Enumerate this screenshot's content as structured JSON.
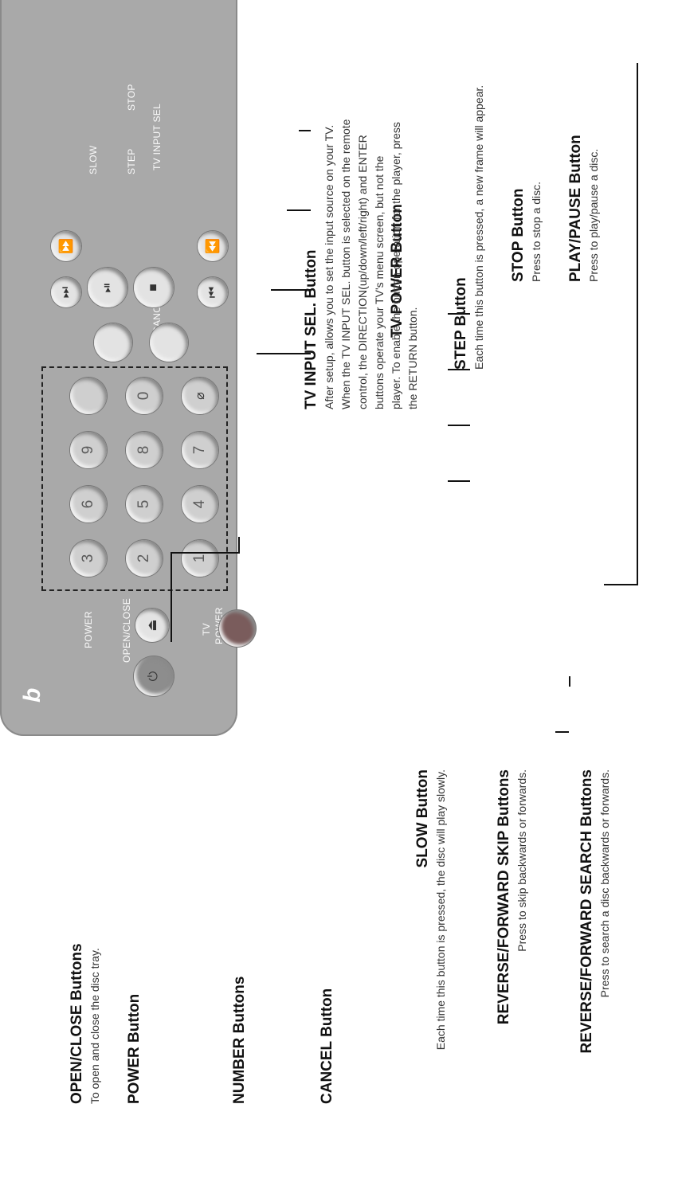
{
  "remote": {
    "labels": {
      "power": "POWER",
      "open_close": "OPEN/CLOSE",
      "tv_power_1": "TV",
      "tv_power_2": "POWER",
      "cancel": "CANCEL",
      "tv_input_sel": "TV INPUT SEL",
      "slow": "SLOW",
      "step": "STEP",
      "stop": "STOP"
    },
    "numbers": [
      "1",
      "2",
      "3",
      "4",
      "5",
      "6",
      "7",
      "8",
      "9",
      "0"
    ]
  },
  "callouts": {
    "open_close": {
      "title": "OPEN/CLOSE Buttons",
      "desc": "To open and close the disc tray."
    },
    "power": {
      "title": "POWER Button"
    },
    "number": {
      "title": "NUMBER Buttons"
    },
    "cancel": {
      "title": "CANCEL Button"
    },
    "slow": {
      "title": "SLOW Button",
      "desc": "Each time this button is pressed, the disc will play slowly."
    },
    "skip": {
      "title": "REVERSE/FORWARD SKIP Buttons",
      "desc": "Press to skip backwards or forwards."
    },
    "search": {
      "title": "REVERSE/FORWARD SEARCH Buttons",
      "desc": "Press to search a disc backwards or forwards."
    },
    "tv_power": {
      "title": "TV POWER Button"
    },
    "tv_input": {
      "title": "TV INPUT SEL. Button",
      "lines": [
        "After setup, allows you to set the input source on your TV.",
        "When the TV INPUT SEL. button is selected on the remote",
        "control, the DIRECTION(up/down/left/right) and ENTER",
        "buttons operate your TV's menu screen, but not the",
        "player. To enable the button operation for the player, press",
        "the RETURN button."
      ]
    },
    "step": {
      "title": "STEP Button",
      "desc": "Each time this button is pressed, a new frame will appear."
    },
    "stop": {
      "title": "STOP Button",
      "desc": "Press to stop a disc."
    },
    "play_pause": {
      "title": "PLAY/PAUSE Button",
      "desc": "Press to play/pause a disc."
    }
  }
}
